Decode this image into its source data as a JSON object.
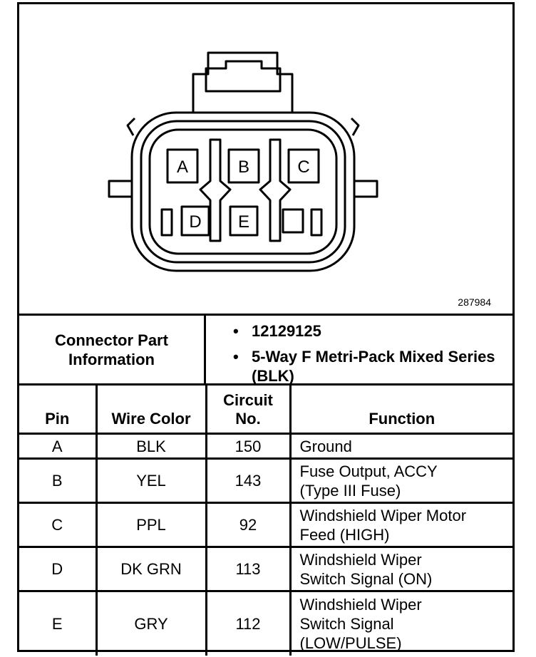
{
  "figure_number": "287984",
  "connector_pins": [
    "A",
    "B",
    "C",
    "D",
    "E"
  ],
  "connector_info": {
    "label_line1": "Connector Part",
    "label_line2": "Information",
    "items": [
      "12129125",
      "5-Way F Metri-Pack Mixed Series (BLK)"
    ]
  },
  "table": {
    "headers": {
      "pin": "Pin",
      "wire_color": "Wire Color",
      "circuit_line1": "Circuit",
      "circuit_line2": "No.",
      "function": "Function"
    },
    "rows": [
      {
        "pin": "A",
        "wire_color": "BLK",
        "circuit": "150",
        "function_lines": [
          "Ground"
        ]
      },
      {
        "pin": "B",
        "wire_color": "YEL",
        "circuit": "143",
        "function_lines": [
          "Fuse Output, ACCY",
          "(Type III Fuse)"
        ]
      },
      {
        "pin": "C",
        "wire_color": "PPL",
        "circuit": "92",
        "function_lines": [
          "Windshield Wiper Motor",
          "Feed (HIGH)"
        ]
      },
      {
        "pin": "D",
        "wire_color": "DK GRN",
        "circuit": "113",
        "function_lines": [
          "Windshield Wiper",
          "Switch Signal (ON)"
        ]
      },
      {
        "pin": "E",
        "wire_color": "GRY",
        "circuit": "112",
        "function_lines": [
          "Windshield Wiper",
          "Switch Signal",
          "(LOW/PULSE)"
        ]
      }
    ]
  }
}
